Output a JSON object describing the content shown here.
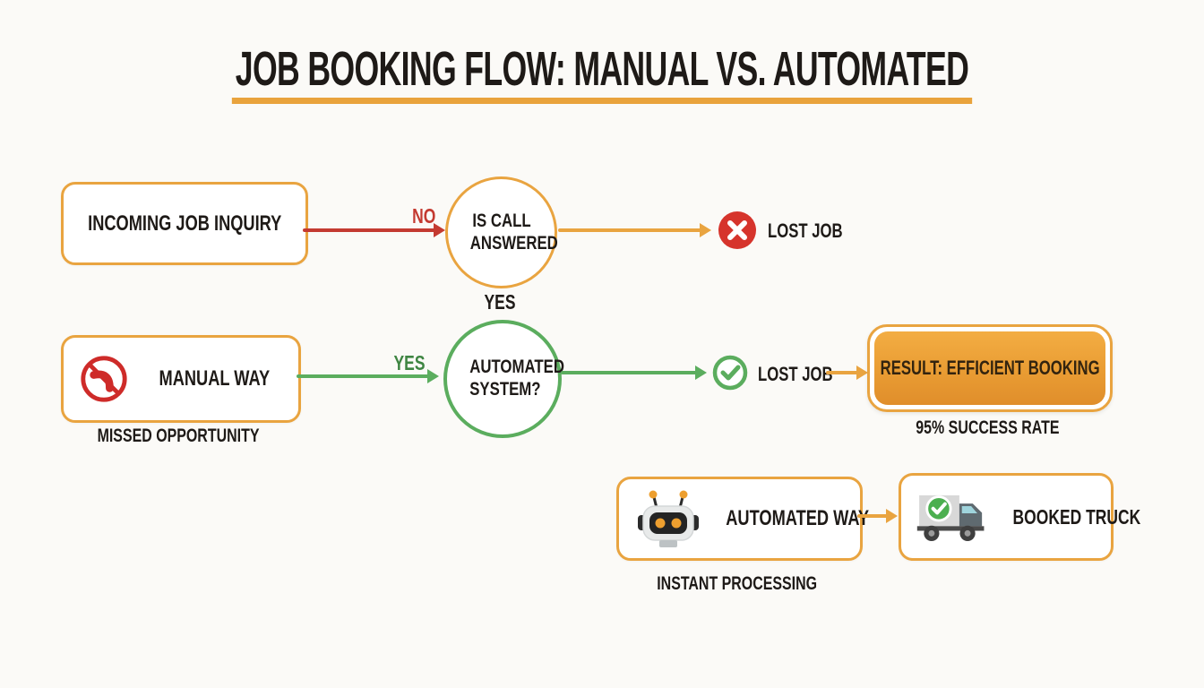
{
  "title": "JOB BOOKING FLOW: MANUAL VS. AUTOMATED",
  "palette": {
    "accent_orange": "#e9a440",
    "arrow_red": "#c43a31",
    "fill_red": "#d6342c",
    "green": "#5bad5e",
    "green_dark_label": "#3e8542",
    "text": "#1e1a17",
    "result_fill_top": "#f3ad43",
    "result_fill_bottom": "#e08e2b",
    "background": "#fbfaf7"
  },
  "row1": {
    "start_box": "INCOMING JOB INQUIRY",
    "no_label": "NO",
    "decision": "IS CALL ANSWERED",
    "yes_label": "YES",
    "outcome": "LOST JOB"
  },
  "row2": {
    "manual_box": "MANUAL WAY",
    "manual_caption": "MISSED OPPORTUNITY",
    "yes_label": "YES",
    "decision": "AUTOMATED SYSTEM?",
    "outcome": "LOST JOB",
    "result_box": "RESULT: EFFICIENT BOOKING",
    "result_caption": "95% SUCCESS RATE"
  },
  "row3": {
    "automated_box": "AUTOMATED WAY",
    "automated_caption": "INSTANT PROCESSING",
    "outcome_box": "BOOKED TRUCK"
  },
  "icons": {
    "no_phone": "no-phone-icon",
    "lost_job": "x-circle-icon",
    "success": "check-circle-icon",
    "robot": "robot-icon",
    "truck": "truck-check-icon"
  }
}
